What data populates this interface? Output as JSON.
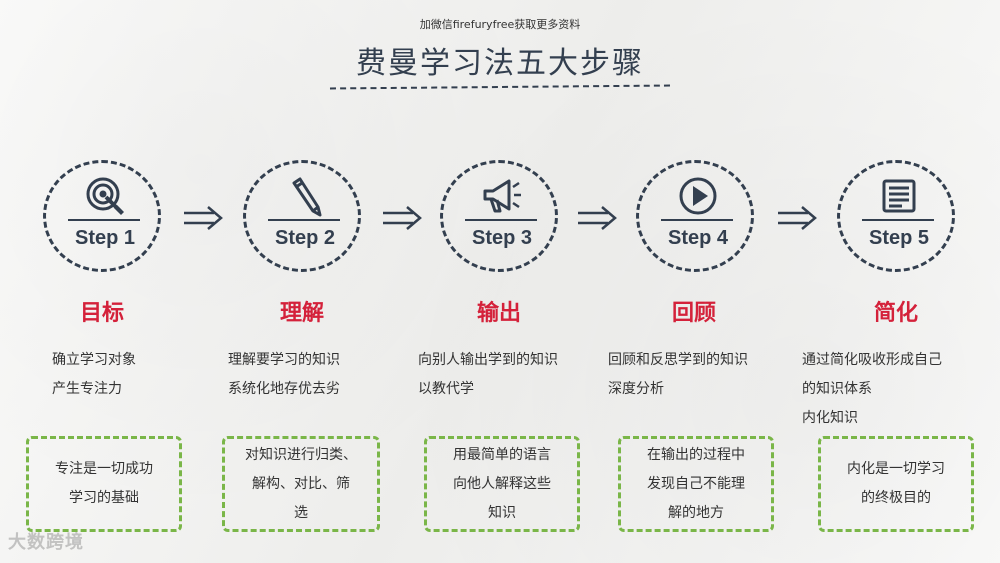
{
  "header": {
    "note": "加微信firefuryfree获取更多资料",
    "title": "费曼学习法五大步骤"
  },
  "steps": [
    {
      "label": "Step 1",
      "icon": "target-icon",
      "name": "目标",
      "desc": [
        "确立学习对象",
        "产生专注力"
      ],
      "note": [
        "专注是一切成功",
        "学习的基础"
      ]
    },
    {
      "label": "Step 2",
      "icon": "pencil-icon",
      "name": "理解",
      "desc": [
        "理解要学习的知识",
        "系统化地存优去劣"
      ],
      "note": [
        "对知识进行归类、",
        "解构、对比、筛",
        "选"
      ]
    },
    {
      "label": "Step 3",
      "icon": "megaphone-icon",
      "name": "输出",
      "desc": [
        "向别人输出学到的知识",
        "以教代学"
      ],
      "note": [
        "用最简单的语言",
        "向他人解释这些",
        "知识"
      ]
    },
    {
      "label": "Step 4",
      "icon": "play-icon",
      "name": "回顾",
      "desc": [
        "回顾和反思学到的知识",
        "深度分析"
      ],
      "note": [
        "在输出的过程中",
        "发现自己不能理",
        "解的地方"
      ]
    },
    {
      "label": "Step 5",
      "icon": "document-icon",
      "name": "简化",
      "desc": [
        "通过简化吸收形成自己",
        "的知识体系",
        "内化知识"
      ],
      "note": [
        "内化是一切学习",
        "的终极目的"
      ]
    }
  ],
  "watermark": "大数跨境",
  "colors": {
    "accent": "#d4213a",
    "outline": "#333f4f",
    "note_border": "#7ab648"
  }
}
